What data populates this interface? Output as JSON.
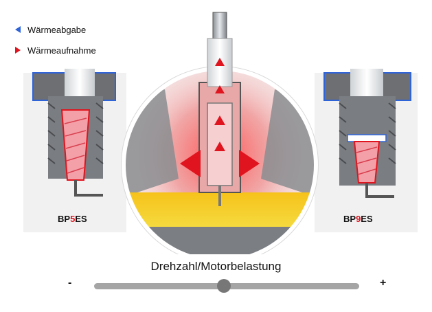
{
  "legend": {
    "items": [
      {
        "label": "Wärmeabgabe",
        "color": "#2f64d8"
      },
      {
        "label": "Wärmeaufnahme",
        "color": "#e0141e"
      }
    ]
  },
  "plugs": {
    "left": {
      "prefix": "BP",
      "number": "5",
      "suffix": "ES"
    },
    "right": {
      "prefix": "BP",
      "number": "9",
      "suffix": "ES"
    }
  },
  "slider": {
    "title": "Drehzahl/Motorbelastung",
    "min_label": "-",
    "max_label": "+",
    "value": 0.49
  }
}
